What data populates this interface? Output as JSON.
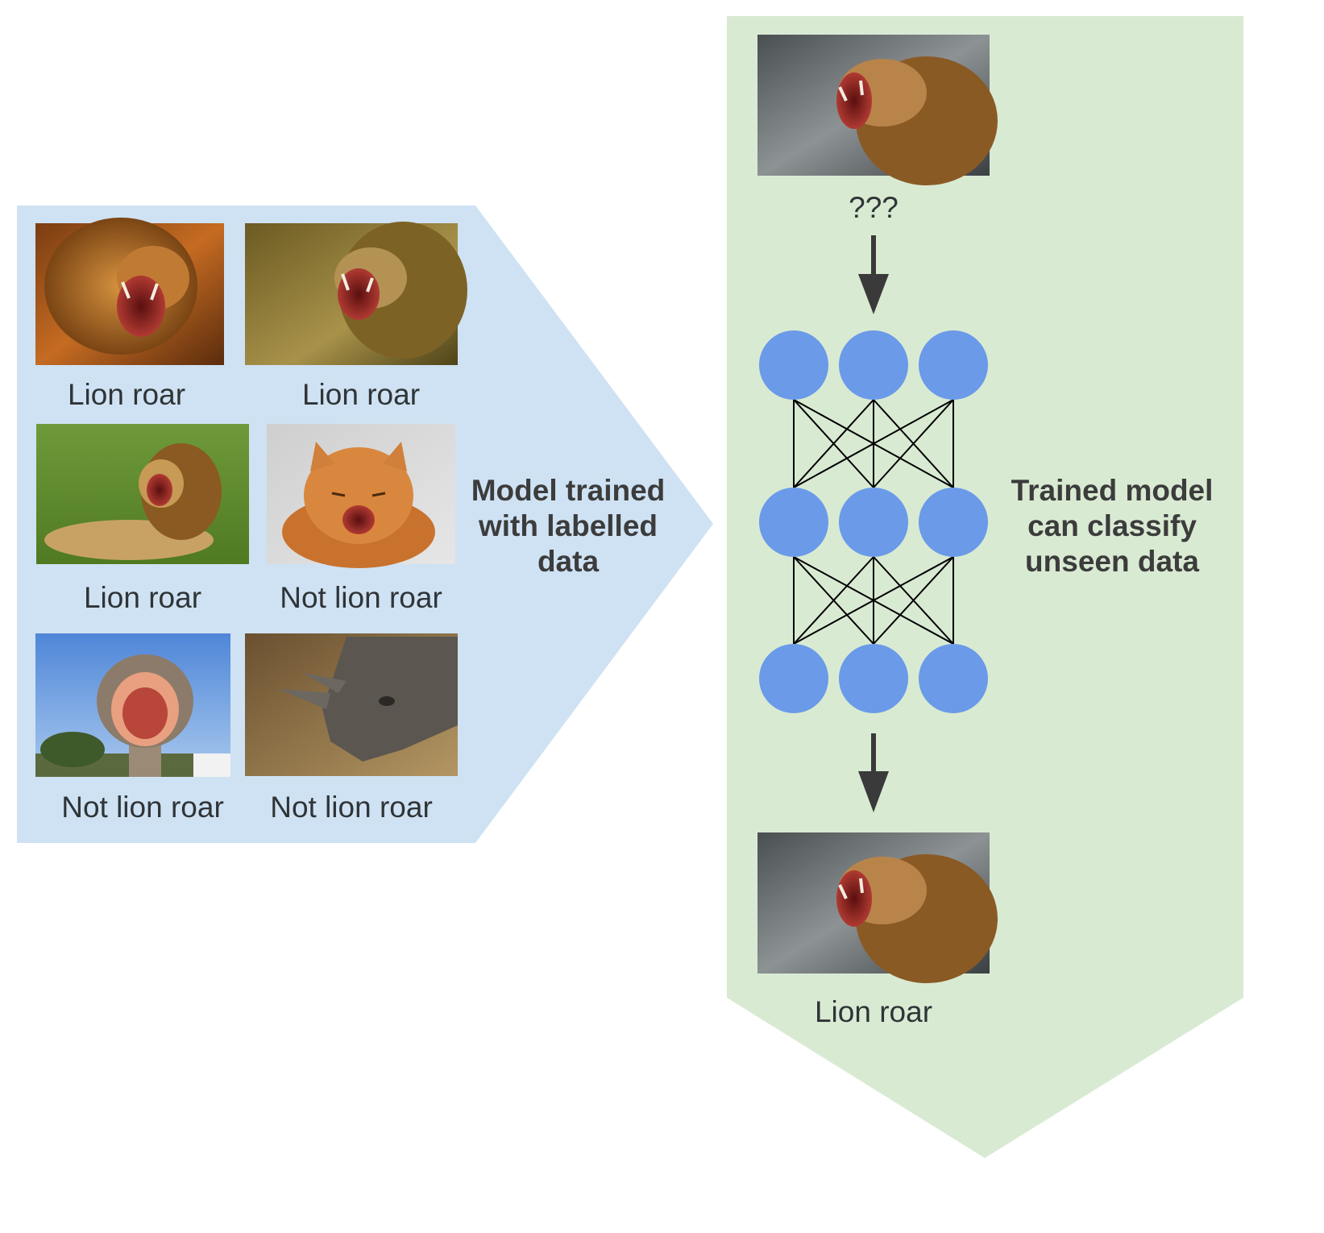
{
  "training_panel": {
    "color": "#cfe2f3",
    "caption": [
      "Model trained",
      "with labelled",
      "data"
    ],
    "examples": [
      {
        "label": "Lion roar",
        "subject": "roaring lion, orange mane",
        "palette": "lion-warm"
      },
      {
        "label": "Lion roar",
        "subject": "roaring lion in dry grass",
        "palette": "lion-grass"
      },
      {
        "label": "Lion roar",
        "subject": "lion lying on green grass, roaring",
        "palette": "lion-green"
      },
      {
        "label": "Not lion roar",
        "subject": "ginger cat meowing",
        "palette": "cat"
      },
      {
        "label": "Not lion roar",
        "subject": "ostrich with open beak, blue sky",
        "palette": "ostrich"
      },
      {
        "label": "Not lion roar",
        "subject": "rhinoceros grazing",
        "palette": "rhino"
      }
    ]
  },
  "inference_panel": {
    "color": "#d9ead3",
    "input_label": "???",
    "output_label": "Lion roar",
    "caption": [
      "Trained model",
      "can classify",
      "unseen data"
    ],
    "network": {
      "layers": [
        3,
        3,
        3
      ],
      "node_color": "#6a9ae8"
    },
    "photo_subject": "roaring lion against grey wall"
  }
}
